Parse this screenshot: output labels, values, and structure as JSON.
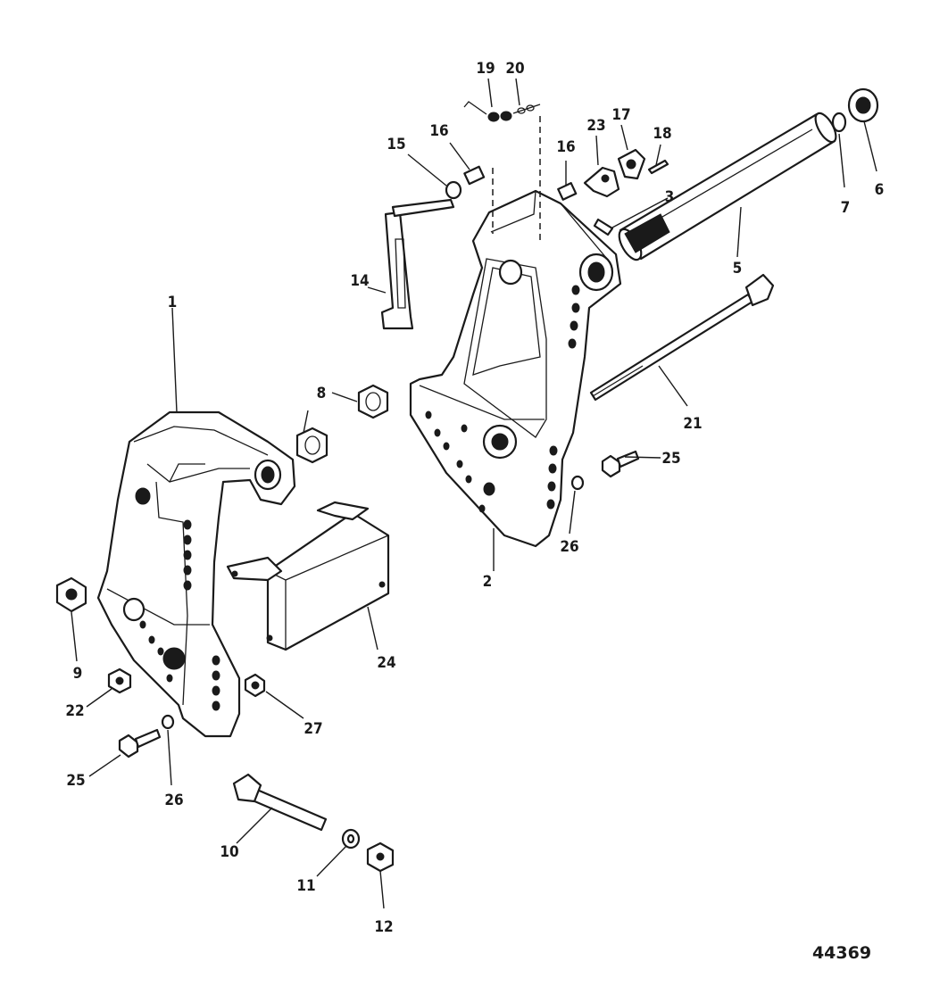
{
  "figure_number": "44369",
  "callouts": [
    "1",
    "2",
    "3",
    "5",
    "6",
    "7",
    "8",
    "9",
    "10",
    "11",
    "12",
    "14",
    "15",
    "16",
    "16",
    "17",
    "18",
    "19",
    "20",
    "21",
    "22",
    "23",
    "24",
    "25",
    "25",
    "26",
    "26",
    "27"
  ]
}
